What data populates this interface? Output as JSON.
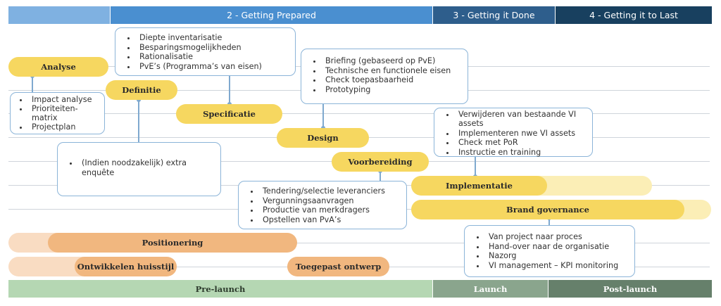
{
  "phases": [
    {
      "label": "",
      "color": "#7fb1e1"
    },
    {
      "label": "2 - Getting Prepared",
      "color": "#4a8fd0"
    },
    {
      "label": "3 - Getting it Done",
      "color": "#2e5e8c"
    },
    {
      "label": "4 - Getting it to Last",
      "color": "#18405f"
    }
  ],
  "activities": {
    "analyse": "Analyse",
    "definitie": "Definitie",
    "specificatie": "Specificatie",
    "design": "Design",
    "voorbereiding": "Voorbereiding",
    "implementatie": "Implementatie",
    "brand_governance": "Brand governance",
    "positionering": "Positionering",
    "ontwikkelen_huisstijl": "Ontwikkelen huisstijl",
    "toegepast_ontwerp": "Toegepast ontwerp"
  },
  "boxes": {
    "analyse": [
      "Impact analyse",
      "Prioriteiten-matrix",
      "Projectplan"
    ],
    "definitie": [
      "Diepte inventarisatie",
      "Besparingsmogelijkheden",
      "Rationalisatie",
      "PvE’s (Programma’s van eisen)"
    ],
    "enquete": [
      "(Indien noodzakelijk) extra enquête"
    ],
    "design": [
      "Briefing (gebaseerd op PvE)",
      "Technische en functionele eisen",
      "Check toepasbaarheid",
      "Prototyping"
    ],
    "voorbereiding": [
      "Tendering/selectie leveranciers",
      "Vergunningsaanvragen",
      "Productie van merkdragers",
      "Opstellen van PvA’s"
    ],
    "implementatie": [
      "Verwijderen van bestaande VI assets",
      "Implementeren nwe VI assets",
      "Check met PoR",
      "Instructie en training"
    ],
    "governance": [
      "Van project naar proces",
      "Hand-over naar de organisatie",
      "Nazorg",
      "VI management – KPI monitoring"
    ]
  },
  "stages": [
    {
      "label": "Pre-launch",
      "color": "#b5d7b3"
    },
    {
      "label": "Launch",
      "color": "#8aa58d"
    },
    {
      "label": "Post-launch",
      "color": "#66806b"
    }
  ]
}
